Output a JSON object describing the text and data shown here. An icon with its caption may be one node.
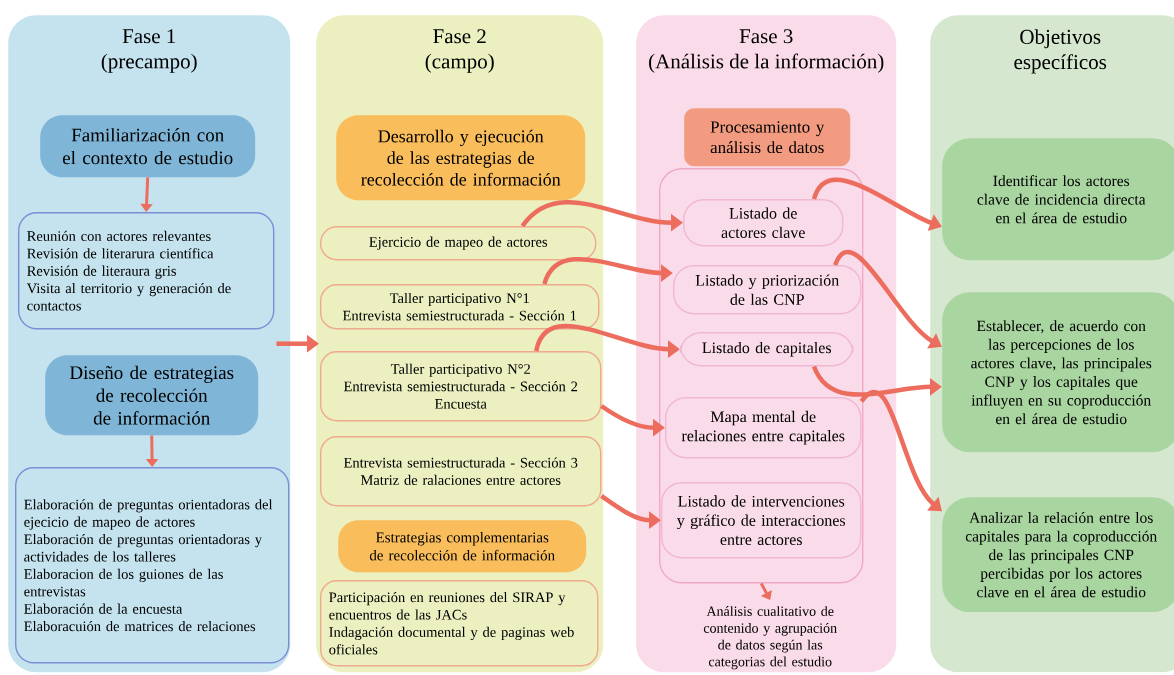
{
  "diagram": {
    "nodes": [
      {
        "text": [
          "Fase 1",
          "(precampo)"
        ]
      },
      {
        "text": [
          "Familiarización con el contexto de estudio"
        ],
        "in": 0
      },
      {
        "text": [
          "Reunión con actores relevantes",
          "Revisión de literarura científica",
          "Revisión de literaura gris",
          "Visita al territorio y generación de contactos"
        ],
        "in": 0
      },
      {
        "text": [
          "Diseño de estrategias de recolección de información"
        ],
        "in": 0
      },
      {
        "text": [
          "Elaboración de preguntas orientadoras del ejecicio de mapeo de actores",
          "Elaboración de preguntas orientadoras y actividades de los talleres",
          "Elaboracion de los guiones de las entrevistas",
          "Elaboración de la encuesta",
          "Elaboracuión de matrices de relaciones"
        ],
        "in": 0
      },
      {
        "text": [
          "Fase 2",
          "(campo)"
        ]
      },
      {
        "text": [
          "Desarrollo y ejecución de las estrategias de recolección de información"
        ],
        "in": 5
      },
      {
        "text": [
          "Ejercicio de mapeo de actores"
        ],
        "in": 5
      },
      {
        "text": [
          "Taller participativo N°1",
          "Entrevista semiestructurada - Sección 1"
        ],
        "in": 5
      },
      {
        "text": [
          "Taller participativo N°2",
          "Entrevista semiestructurada - Sección 2",
          "Encuesta"
        ],
        "in": 5
      },
      {
        "text": [
          "Entrevista semiestructurada - Sección 3",
          "Matriz de ralaciones entre actores"
        ],
        "in": 5
      },
      {
        "text": [
          "Estrategias complementarias de recolección de información"
        ],
        "in": 5
      },
      {
        "text": [
          "Participación en reuniones del SIRAP y encuentros de las JACs",
          "Indagación documental y de paginas web oficiales"
        ],
        "in": 5
      },
      {
        "text": [
          "Fase 3",
          "(Análisis de la información)"
        ]
      },
      {
        "text": [
          "Procesamiento y análisis de datos"
        ],
        "in": 13
      },
      {
        "text": [],
        "shape": "box",
        "in": 13
      },
      {
        "text": [
          "Listado de actores clave"
        ],
        "in": 15
      },
      {
        "text": [
          "Listado y priorización de las CNP"
        ],
        "in": 15
      },
      {
        "text": [
          "Listado de capitales"
        ],
        "in": 15
      },
      {
        "text": [
          "Mapa mental de relaciones entre capitales"
        ],
        "in": 15
      },
      {
        "text": [
          "Listado de intervenciones y gráfico de interacciones entre actores"
        ],
        "in": 15
      },
      {
        "text": [
          "Análisis cualitativo de contenido y agrupación de datos según las categorias del estudio"
        ],
        "in": 13
      },
      {
        "text": [
          "Objetivos específicos"
        ]
      },
      {
        "text": [
          "Identificar los actores clave de incidencia directa en el área de estudio"
        ],
        "in": 22
      },
      {
        "text": [
          "Establecer, de acuerdo con las percepciones de los actores clave, las principales CNP y los capitales que influyen en su coproducción en el área de estudio"
        ],
        "in": 22
      },
      {
        "text": [
          "Analizar la relación entre los capitales para la coproducción de las principales CNP percibidas por los actores clave en el área de estudio"
        ],
        "in": 22
      }
    ],
    "edges": [
      {
        "from": 1,
        "to": 2,
        "arrow": "to"
      },
      {
        "from": 3,
        "to": 4,
        "arrow": "to"
      },
      {
        "from": 0,
        "to": 5,
        "arrow": "to"
      },
      {
        "from": 7,
        "to": 16,
        "arrow": "to"
      },
      {
        "from": 8,
        "to": 17,
        "arrow": "to"
      },
      {
        "from": 9,
        "to": 18,
        "arrow": "to"
      },
      {
        "from": 9,
        "to": 19,
        "arrow": "to"
      },
      {
        "from": 10,
        "to": 20,
        "arrow": "to"
      },
      {
        "from": 15,
        "to": 21,
        "arrow": "to"
      },
      {
        "from": 16,
        "to": 23,
        "arrow": "to"
      },
      {
        "from": 17,
        "to": 24,
        "arrow": "to"
      },
      {
        "from": 18,
        "to": 24,
        "arrow": "to"
      },
      {
        "from": 19,
        "to": 25,
        "arrow": "to"
      }
    ]
  }
}
